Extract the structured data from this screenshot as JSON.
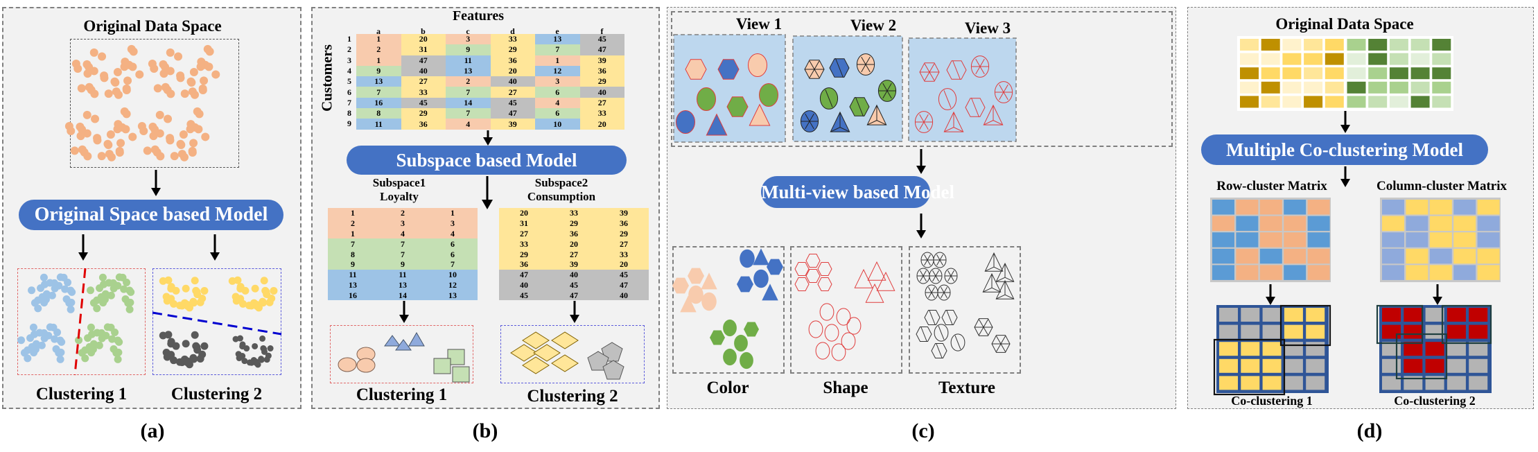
{
  "colors": {
    "panel_bg": "#f2f2f2",
    "model_pill": "#4472c4",
    "peach": "#f8cbad",
    "yellow": "#ffe699",
    "green": "#c5e0b4",
    "blue": "#9dc3e6",
    "gray": "#bfbfbf",
    "dot_orange": "#f4b183",
    "dot_blue": "#9dc3e6",
    "dot_green": "#a9d18e",
    "dot_yellow": "#ffd966",
    "dot_dark": "#595959",
    "view_bg": "#bdd7ee",
    "shape_blue": "#4472c4",
    "shape_green": "#70ad47",
    "outline_red": "#e03c3c",
    "co_red": "#c00000",
    "co_yellow": "#ffd966",
    "co_gray": "#b4b4b4",
    "co_border": "#2f5597"
  },
  "panel_a": {
    "title": "Original Data Space",
    "model": "Original Space based Model",
    "clustering1": "Clustering 1",
    "clustering2": "Clustering 2",
    "caption": "(a)"
  },
  "panel_b": {
    "features_label": "Features",
    "customers_label": "Customers",
    "columns": [
      "a",
      "b",
      "c",
      "d",
      "e",
      "f"
    ],
    "rows": [
      "1",
      "2",
      "3",
      "4",
      "5",
      "6",
      "7",
      "8",
      "9"
    ],
    "cells": [
      [
        1,
        20,
        3,
        33,
        13,
        45
      ],
      [
        2,
        31,
        9,
        29,
        7,
        47
      ],
      [
        1,
        47,
        11,
        36,
        1,
        39
      ],
      [
        9,
        40,
        13,
        20,
        12,
        36
      ],
      [
        13,
        27,
        2,
        40,
        3,
        29
      ],
      [
        7,
        33,
        7,
        27,
        6,
        40
      ],
      [
        16,
        45,
        14,
        45,
        4,
        27
      ],
      [
        8,
        29,
        7,
        47,
        6,
        33
      ],
      [
        11,
        36,
        4,
        39,
        10,
        20
      ]
    ],
    "cell_colors": [
      [
        "peach",
        "yellow",
        "peach",
        "yellow",
        "blue",
        "gray"
      ],
      [
        "peach",
        "yellow",
        "green",
        "yellow",
        "green",
        "gray"
      ],
      [
        "peach",
        "gray",
        "blue",
        "yellow",
        "peach",
        "yellow"
      ],
      [
        "green",
        "gray",
        "blue",
        "yellow",
        "blue",
        "yellow"
      ],
      [
        "blue",
        "yellow",
        "peach",
        "gray",
        "peach",
        "yellow"
      ],
      [
        "green",
        "yellow",
        "green",
        "yellow",
        "green",
        "gray"
      ],
      [
        "blue",
        "gray",
        "blue",
        "gray",
        "peach",
        "yellow"
      ],
      [
        "green",
        "yellow",
        "green",
        "gray",
        "green",
        "yellow"
      ],
      [
        "blue",
        "yellow",
        "peach",
        "yellow",
        "blue",
        "yellow"
      ]
    ],
    "model": "Subspace based Model",
    "subspace1_title": "Subspace1",
    "subspace1_name": "Loyalty",
    "subspace1": [
      [
        1,
        2,
        1
      ],
      [
        2,
        3,
        3
      ],
      [
        1,
        4,
        4
      ],
      [
        7,
        7,
        6
      ],
      [
        8,
        7,
        6
      ],
      [
        9,
        9,
        7
      ],
      [
        11,
        11,
        10
      ],
      [
        13,
        13,
        12
      ],
      [
        16,
        14,
        13
      ]
    ],
    "subspace1_colors": [
      "peach",
      "peach",
      "peach",
      "green",
      "green",
      "green",
      "blue",
      "blue",
      "blue"
    ],
    "subspace2_title": "Subspace2",
    "subspace2_name": "Consumption",
    "subspace2": [
      [
        20,
        33,
        39
      ],
      [
        31,
        29,
        36
      ],
      [
        27,
        36,
        29
      ],
      [
        33,
        20,
        27
      ],
      [
        29,
        27,
        33
      ],
      [
        36,
        39,
        20
      ],
      [
        47,
        40,
        45
      ],
      [
        40,
        45,
        47
      ],
      [
        45,
        47,
        40
      ]
    ],
    "subspace2_colors": [
      "yellow",
      "yellow",
      "yellow",
      "yellow",
      "yellow",
      "yellow",
      "gray",
      "gray",
      "gray"
    ],
    "clustering1": "Clustering 1",
    "clustering2": "Clustering 2",
    "caption": "(b)"
  },
  "panel_c": {
    "views": [
      "View 1",
      "View 2",
      "View 3"
    ],
    "model": "Multi-view based Model",
    "results": [
      "Color",
      "Shape",
      "Texture"
    ],
    "caption": "(c)"
  },
  "panel_d": {
    "title": "Original Data Space",
    "heat": [
      [
        "y2",
        "y4",
        "y1",
        "y2",
        "y3",
        "g2",
        "g4",
        "g1",
        "g1",
        "g4"
      ],
      [
        "y1",
        "y1",
        "y3",
        "y3",
        "y4",
        "g0",
        "g4",
        "g1",
        "g0",
        "g1"
      ],
      [
        "y4",
        "y3",
        "y3",
        "y2",
        "y3",
        "g0",
        "g2",
        "g4",
        "g4",
        "g4"
      ],
      [
        "y1",
        "y4",
        "y1",
        "y1",
        "y2",
        "g4",
        "g2",
        "g2",
        "g1",
        "g2"
      ],
      [
        "y4",
        "y2",
        "y1",
        "y4",
        "y3",
        "g2",
        "g1",
        "g0",
        "g4",
        "g1"
      ]
    ],
    "heat_colors": {
      "y1": "#fff2cc",
      "y2": "#ffe699",
      "y3": "#ffd966",
      "y4": "#bf9000",
      "g0": "#e2efda",
      "g1": "#c5e0b4",
      "g2": "#a9d18e",
      "g4": "#548235"
    },
    "model": "Multiple Co-clustering Model",
    "row_matrix_title": "Row-cluster Matrix",
    "row_matrix": [
      [
        "B",
        "O",
        "O",
        "B",
        "O"
      ],
      [
        "O",
        "B",
        "O",
        "O",
        "B"
      ],
      [
        "B",
        "B",
        "O",
        "O",
        "B"
      ],
      [
        "B",
        "O",
        "B",
        "O",
        "O"
      ],
      [
        "B",
        "O",
        "O",
        "B",
        "O"
      ]
    ],
    "row_matrix_colors": {
      "B": "#5b9bd5",
      "O": "#f4b183"
    },
    "col_matrix_title": "Column-cluster Matrix",
    "col_matrix": [
      [
        "P",
        "Y",
        "Y",
        "P",
        "Y"
      ],
      [
        "Y",
        "P",
        "Y",
        "Y",
        "P"
      ],
      [
        "P",
        "P",
        "Y",
        "Y",
        "P"
      ],
      [
        "P",
        "Y",
        "P",
        "Y",
        "Y"
      ],
      [
        "P",
        "Y",
        "Y",
        "P",
        "Y"
      ]
    ],
    "col_matrix_colors": {
      "P": "#8faadc",
      "Y": "#ffd966"
    },
    "co1": [
      [
        "G",
        "G",
        "G",
        "Y",
        "Y"
      ],
      [
        "G",
        "G",
        "G",
        "Y",
        "Y"
      ],
      [
        "Y",
        "Y",
        "Y",
        "G",
        "G"
      ],
      [
        "Y",
        "Y",
        "Y",
        "G",
        "G"
      ],
      [
        "Y",
        "Y",
        "Y",
        "G",
        "G"
      ]
    ],
    "co2": [
      [
        "R",
        "R",
        "G",
        "R",
        "R"
      ],
      [
        "R",
        "R",
        "G",
        "R",
        "R"
      ],
      [
        "G",
        "R",
        "R",
        "G",
        "G"
      ],
      [
        "G",
        "R",
        "R",
        "G",
        "G"
      ],
      [
        "G",
        "G",
        "G",
        "G",
        "G"
      ]
    ],
    "co_colors": {
      "G": "#b4b4b4",
      "Y": "#ffd966",
      "R": "#c00000"
    },
    "co1_label": "Co-clustering 1",
    "co2_label": "Co-clustering 2",
    "caption": "(d)"
  }
}
